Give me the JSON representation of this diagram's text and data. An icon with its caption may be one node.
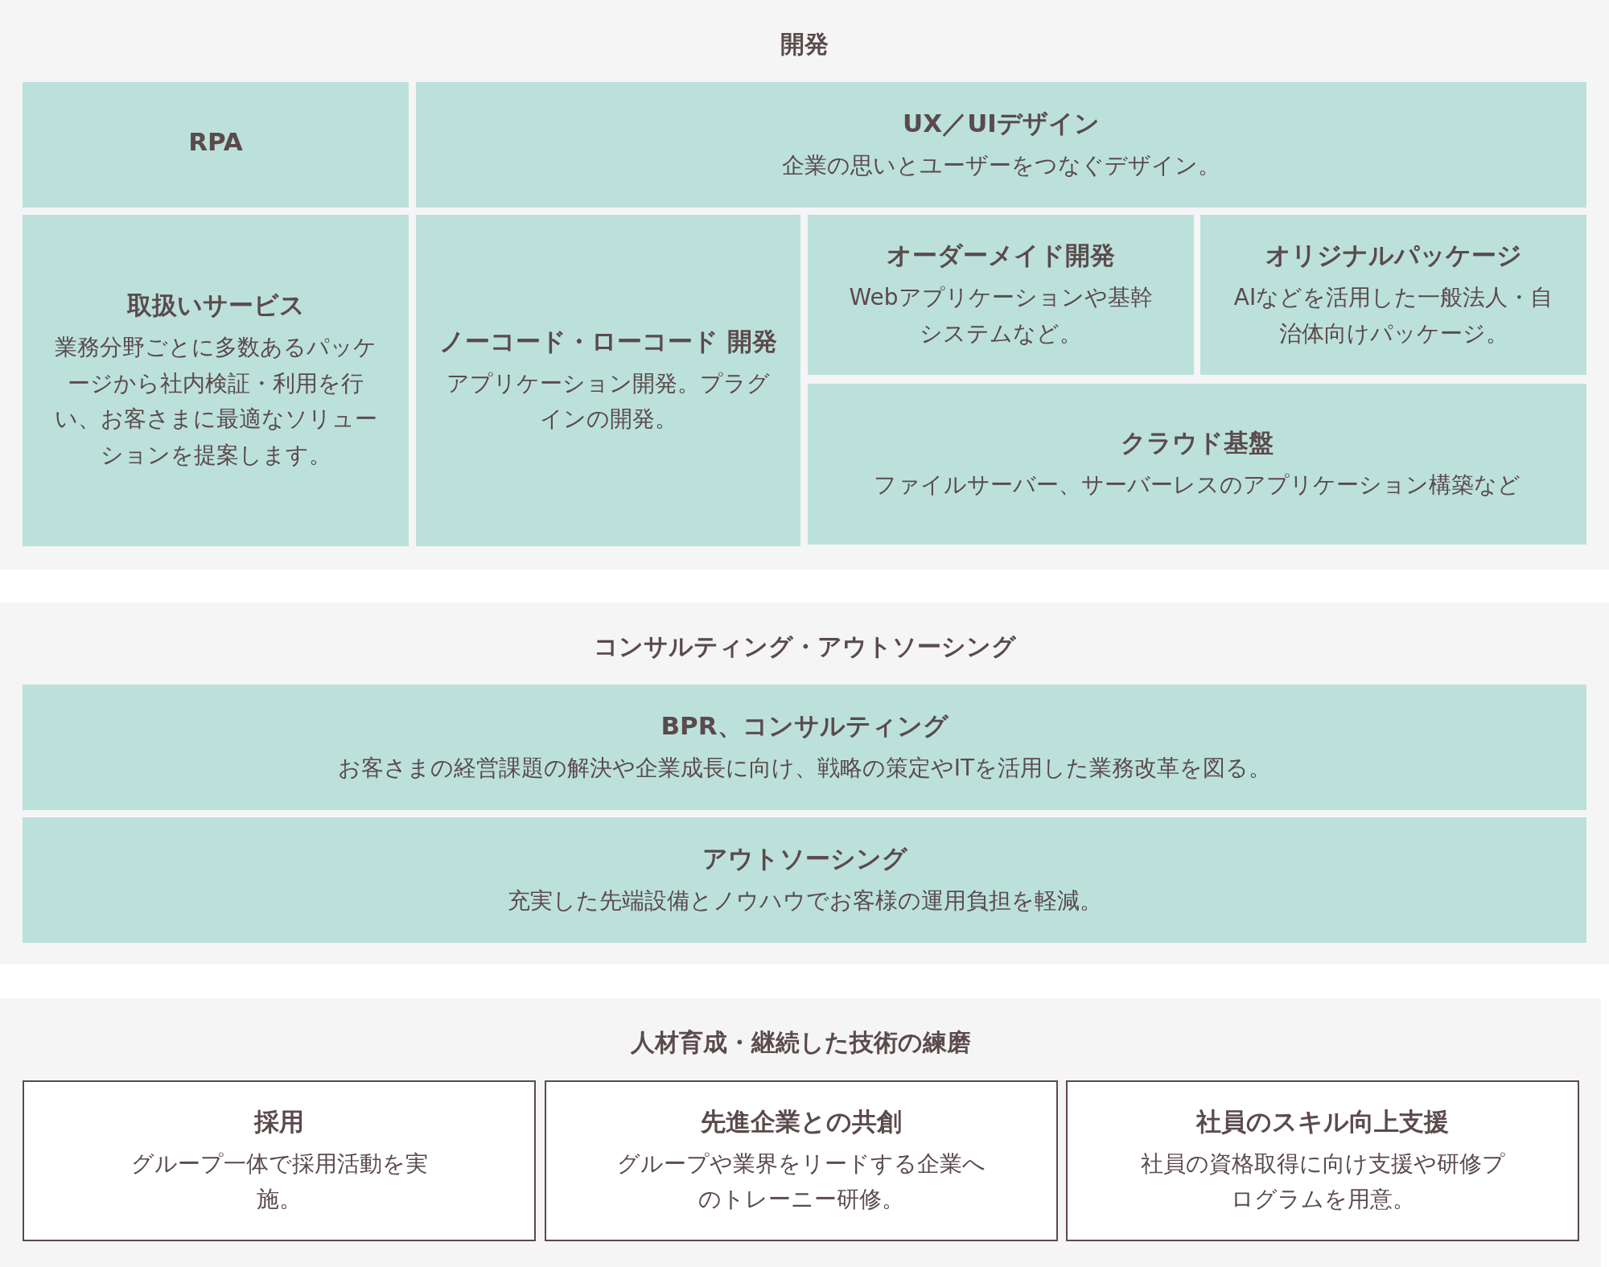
{
  "diagram": {
    "nodes": [
      {
        "text": [
          "開発"
        ]
      },
      {
        "text": [
          "RPA"
        ],
        "in": 0
      },
      {
        "text": [
          "UX／UIデザイン",
          "企業の思いとユーザーをつなぐデザイン。"
        ],
        "in": 0
      },
      {
        "text": [
          "取扱いサービス",
          "業務分野ごとに多数あるパッケージから社内検証・利用を行い、お客さまに最適なソリューションを提案します。"
        ],
        "in": 0
      },
      {
        "text": [
          "ノーコード・ローコード 開発",
          "アプリケーション開発。プラグインの開発。"
        ],
        "in": 0
      },
      {
        "text": [
          "オーダーメイド開発",
          "Webアプリケーションや基幹システムなど。"
        ],
        "in": 0
      },
      {
        "text": [
          "オリジナルパッケージ",
          "AIなどを活用した一般法人・自治体向けパッケージ。"
        ],
        "in": 0
      },
      {
        "text": [
          "クラウド基盤",
          "ファイルサーバー、サーバーレスのアプリケーション構築など"
        ],
        "in": 0
      },
      {
        "text": [
          "コンサルティング・アウトソーシング"
        ]
      },
      {
        "text": [
          "BPR、コンサルティング",
          "お客さまの経営課題の解決や企業成長に向け、戦略の策定やITを活用した業務改革を図る。"
        ],
        "in": 8
      },
      {
        "text": [
          "アウトソーシング",
          "充実した先端設備とノウハウでお客様の運用負担を軽減。"
        ],
        "in": 8
      },
      {
        "text": [
          "人材育成・継続した技術の練磨"
        ]
      },
      {
        "text": [
          "採用",
          "グループ一体で採用活動を実施。"
        ],
        "in": 11
      },
      {
        "text": [
          "先進企業との共創",
          "グループや業界をリードする企業へのトレーニー研修。"
        ],
        "in": 11
      },
      {
        "text": [
          "社員のスキル向上支援",
          "社員の資格取得に向け支援や研修プログラムを用意。"
        ],
        "in": 11
      }
    ]
  }
}
